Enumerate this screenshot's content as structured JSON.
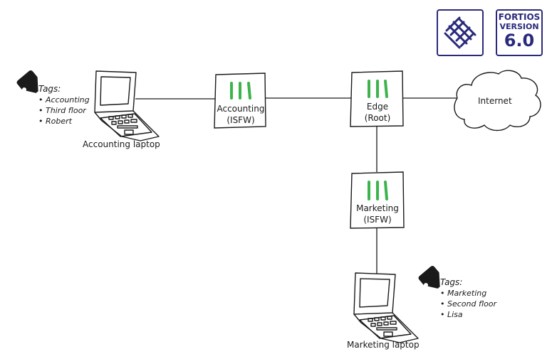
{
  "badges": {
    "fabric_icon": "security-fabric-icon",
    "version_line1": "FORTIOS",
    "version_line2": "VERSION",
    "version_number": "6.0",
    "brand_color": "#2a2a7c"
  },
  "nodes": {
    "accounting_laptop": {
      "label": "Accounting laptop"
    },
    "accounting_isfw": {
      "line1": "Accounting",
      "line2": "(ISFW)"
    },
    "edge_root": {
      "line1": "Edge",
      "line2": "(Root)"
    },
    "internet": {
      "label": "Internet"
    },
    "marketing_isfw": {
      "line1": "Marketing",
      "line2": "(ISFW)"
    },
    "marketing_laptop": {
      "label": "Marketing laptop"
    }
  },
  "tags": {
    "accounting": {
      "title": "Tags:",
      "items": [
        "• Accounting",
        "• Third floor",
        "• Robert"
      ]
    },
    "marketing": {
      "title": "Tags:",
      "items": [
        "• Marketing",
        "• Second floor",
        "• Lisa"
      ]
    }
  },
  "colors": {
    "fortigate_bars": "#3cb44b",
    "line": "#1a1a1a"
  }
}
